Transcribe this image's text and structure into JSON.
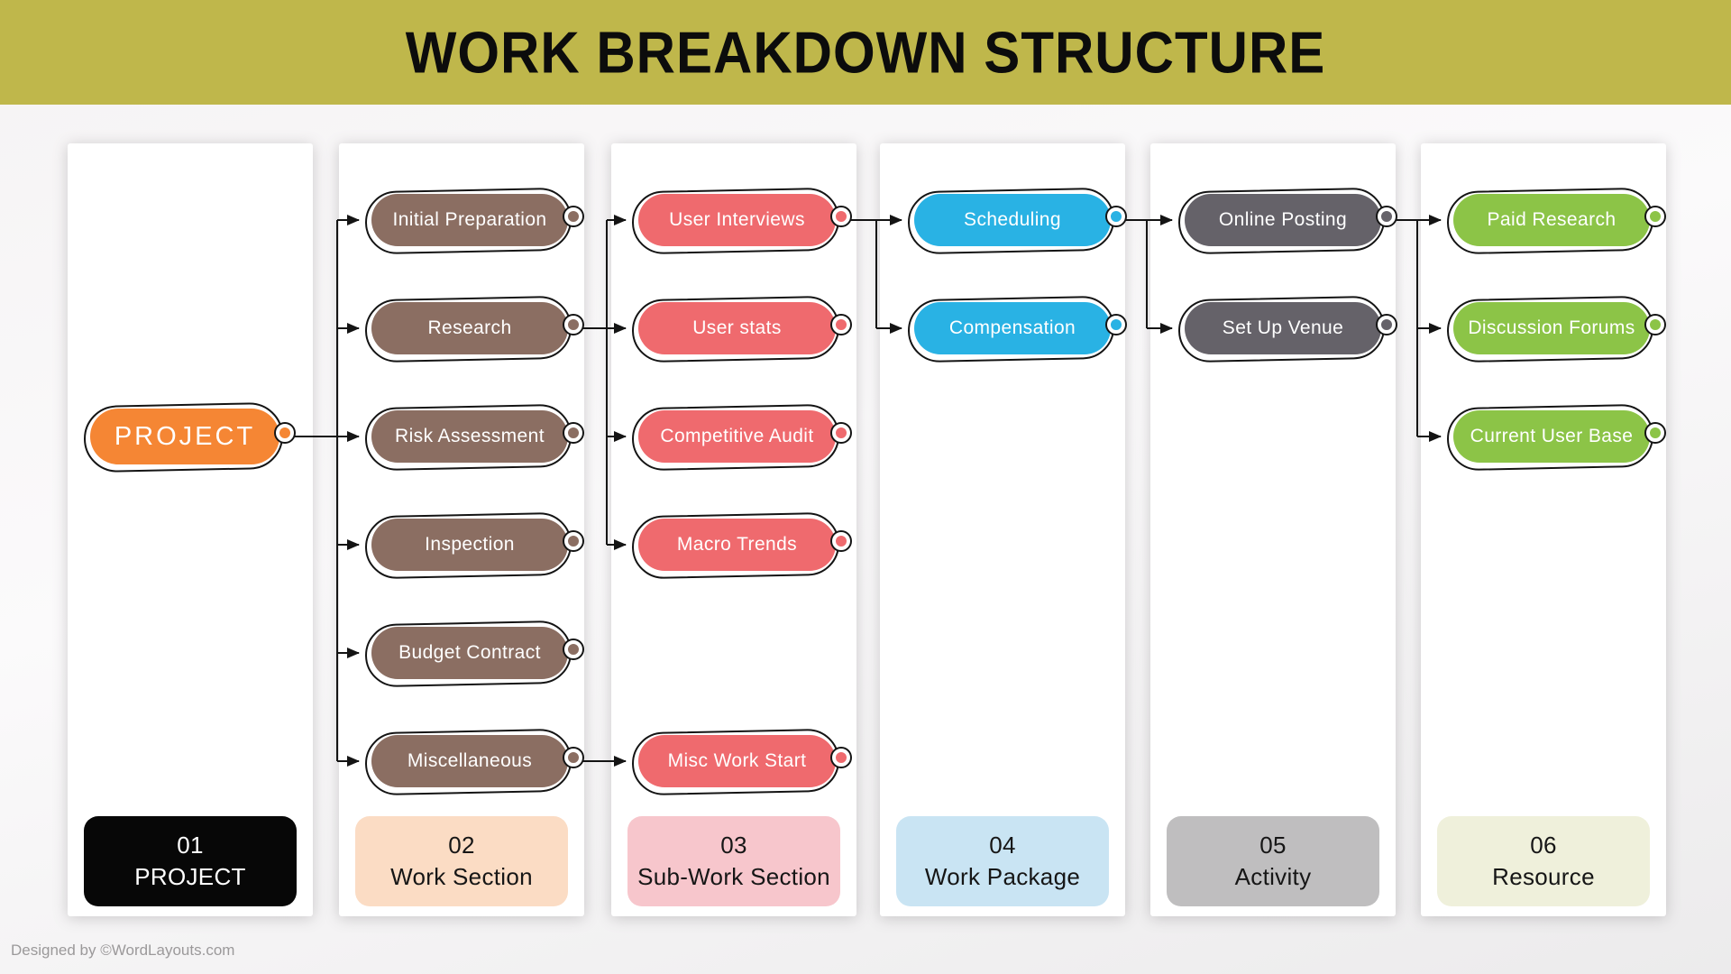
{
  "title": "WORK BREAKDOWN STRUCTURE",
  "credit": "Designed by ©WordLayouts.com",
  "colors": {
    "banner": "#bfb74b",
    "project_node": "#f58634",
    "work_section_node": "#8b6e62",
    "sub_work_section_node": "#ef6a6e",
    "work_package_node": "#29b2e4",
    "activity_node": "#656269",
    "resource_node": "#8cc447",
    "footer_project": "#070707",
    "footer_work_section": "#fbdcc4",
    "footer_sub_work_section": "#f7c6cc",
    "footer_work_package": "#c9e4f3",
    "footer_activity": "#bfbebf",
    "footer_resource": "#eff0db",
    "connector_line": "#141414"
  },
  "columns": [
    {
      "footer_number": "01",
      "footer_label": "PROJECT",
      "nodes": [
        {
          "label": "PROJECT"
        }
      ]
    },
    {
      "footer_number": "02",
      "footer_label": "Work Section",
      "nodes": [
        {
          "label": "Initial Preparation"
        },
        {
          "label": "Research"
        },
        {
          "label": "Risk Assessment"
        },
        {
          "label": "Inspection"
        },
        {
          "label": "Budget Contract"
        },
        {
          "label": "Miscellaneous"
        }
      ]
    },
    {
      "footer_number": "03",
      "footer_label": "Sub-Work Section",
      "nodes": [
        {
          "label": "User Interviews"
        },
        {
          "label": "User stats"
        },
        {
          "label": "Competitive Audit"
        },
        {
          "label": "Macro Trends"
        },
        {
          "label": "Misc Work Start"
        }
      ]
    },
    {
      "footer_number": "04",
      "footer_label": "Work Package",
      "nodes": [
        {
          "label": "Scheduling"
        },
        {
          "label": "Compensation"
        }
      ]
    },
    {
      "footer_number": "05",
      "footer_label": "Activity",
      "nodes": [
        {
          "label": "Online Posting"
        },
        {
          "label": "Set Up Venue"
        }
      ]
    },
    {
      "footer_number": "06",
      "footer_label": "Resource",
      "nodes": [
        {
          "label": "Paid Research"
        },
        {
          "label": "Discussion Forums"
        },
        {
          "label": "Current User Base"
        }
      ]
    }
  ],
  "edges": [
    {
      "from": "PROJECT",
      "to": "Initial Preparation"
    },
    {
      "from": "PROJECT",
      "to": "Research"
    },
    {
      "from": "PROJECT",
      "to": "Risk Assessment"
    },
    {
      "from": "PROJECT",
      "to": "Inspection"
    },
    {
      "from": "PROJECT",
      "to": "Budget Contract"
    },
    {
      "from": "PROJECT",
      "to": "Miscellaneous"
    },
    {
      "from": "Research",
      "to": "User Interviews"
    },
    {
      "from": "Research",
      "to": "User stats"
    },
    {
      "from": "Research",
      "to": "Competitive Audit"
    },
    {
      "from": "Research",
      "to": "Macro Trends"
    },
    {
      "from": "Miscellaneous",
      "to": "Misc Work Start"
    },
    {
      "from": "User Interviews",
      "to": "Scheduling"
    },
    {
      "from": "User Interviews",
      "to": "Compensation"
    },
    {
      "from": "Scheduling",
      "to": "Online Posting"
    },
    {
      "from": "Scheduling",
      "to": "Set Up Venue"
    },
    {
      "from": "Online Posting",
      "to": "Paid Research"
    },
    {
      "from": "Online Posting",
      "to": "Discussion Forums"
    },
    {
      "from": "Online Posting",
      "to": "Current User Base"
    }
  ]
}
